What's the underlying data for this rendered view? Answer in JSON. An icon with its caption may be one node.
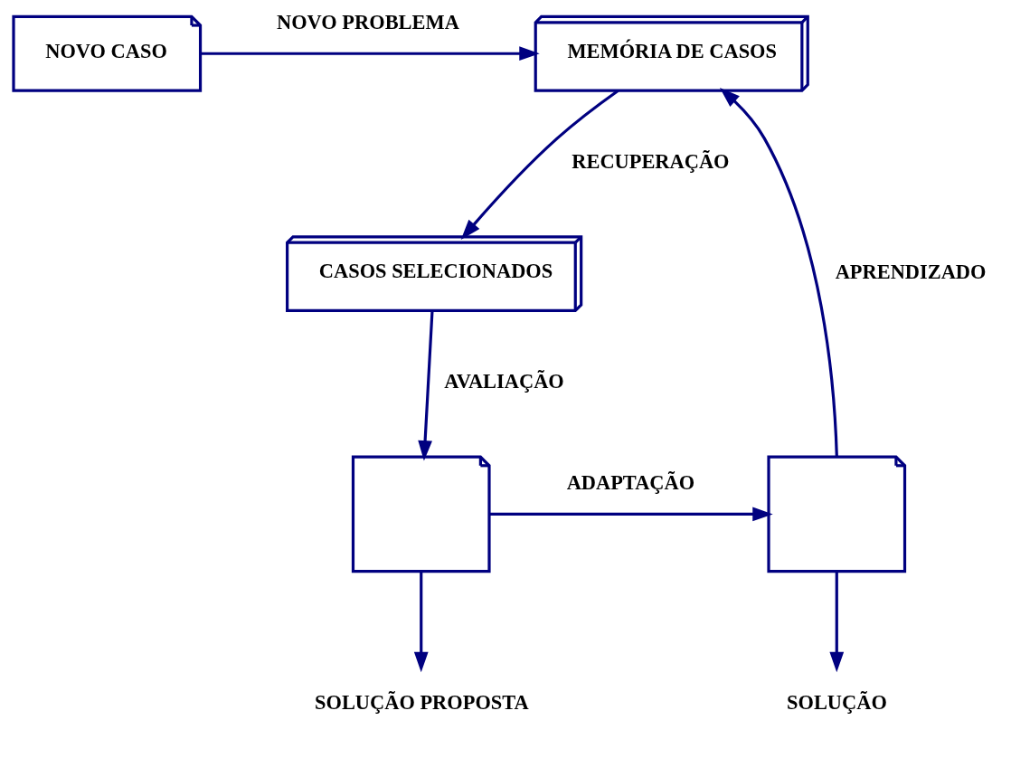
{
  "diagram": {
    "nodes": [
      {
        "text": [
          "NOVO CASO"
        ]
      },
      {
        "text": [
          "MEMÓRIA DE CASOS"
        ]
      },
      {
        "text": [
          "CASOS SELECIONADOS"
        ]
      },
      {
        "text": [],
        "shape": "box"
      },
      {
        "text": [],
        "shape": "box"
      },
      {
        "text": [
          "SOLUÇÃO PROPOSTA"
        ]
      },
      {
        "text": [
          "SOLUÇÃO"
        ]
      }
    ],
    "edges": [
      {
        "from": 0,
        "to": 1,
        "arrow": "to",
        "label": "NOVO PROBLEMA"
      },
      {
        "from": 1,
        "to": 2,
        "arrow": "to",
        "label": "RECUPERAÇÃO"
      },
      {
        "from": 2,
        "to": 3,
        "arrow": "to",
        "label": "AVALIAÇÃO"
      },
      {
        "from": 3,
        "to": 4,
        "arrow": "to",
        "label": "ADAPTAÇÃO"
      },
      {
        "from": 4,
        "to": 1,
        "arrow": "to",
        "label": "APRENDIZADO"
      },
      {
        "from": 3,
        "to": 5,
        "arrow": "to"
      },
      {
        "from": 4,
        "to": 6,
        "arrow": "to"
      }
    ]
  }
}
